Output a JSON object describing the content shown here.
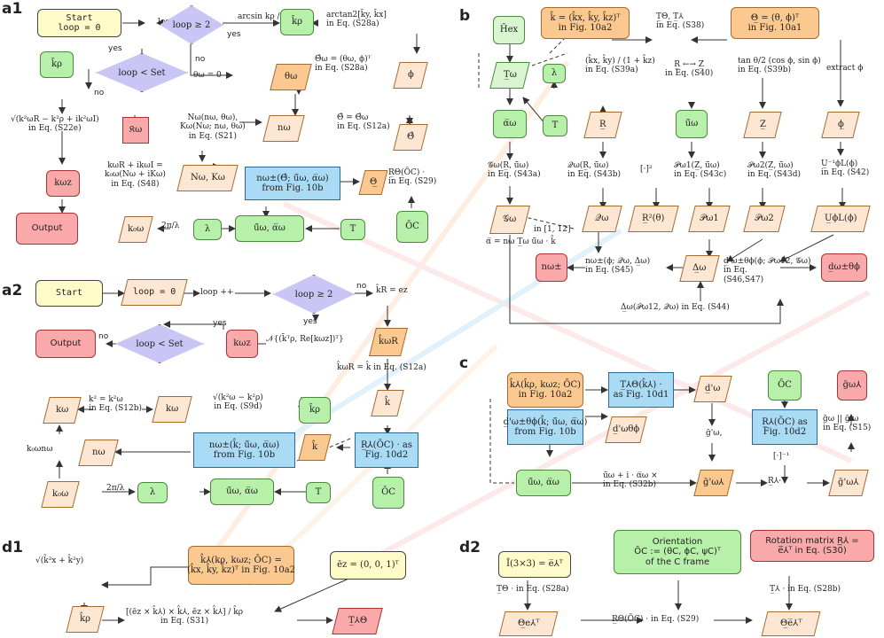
{
  "panels": {
    "a1": "a1",
    "a2": "a2",
    "b": "b",
    "c": "c",
    "d1": "d1",
    "d2": "d2"
  },
  "a1": {
    "start": "Start\nloop = 0",
    "loop_inc": "loop ++",
    "cond_ge2": "loop ≥ 2",
    "yes": "yes",
    "no": "no",
    "k_rho": "k̄ρ",
    "arcsin": "arcsin kρ / Re[𝔎ω]",
    "arctan_eq": "arctan2[k̄y, k̄x]\nin Eq. (S28a)",
    "theta_zero": "θω = 0",
    "theta_node": "θω",
    "phi_node": "ϕ",
    "theta_hat_eq": "Θ̂ω = (θω, ϕ)ᵀ\nin Eq. (S28a)",
    "cond_set": "loop < Set",
    "k_rho_left": "k̄ρ",
    "n_eq": "Nω(nω, θω),\nKω(Nω; nω, θω)\nin Eq. (S21)",
    "n_omega": "nω",
    "theta_eq_s12a": "Θ̂ = Θ̂ω\nin Eq. (S12a)",
    "theta_bar": "Θ̂",
    "sqrt_eq": "√(k²ωR − k²ρ + ik²ωI)\nin Eq. (S22e)",
    "K_node": "𝔎ω",
    "NK_node": "Nω, Kω",
    "n_pm_node": "nω±(Θ̂; ū̄ω, α̅ω)\nfrom Fig. 10b",
    "theta_under": "Θ̲",
    "R_theta": "R̲Θ(ŌC) ·\nin Eq. (S29)",
    "kz_node": "kωz",
    "kR_eq": "kωR + ikωI =\nk₀ω(Nω + iKω)\nin Eq. (S48)",
    "k0": "k₀ω",
    "twopi": "2π/λ",
    "lambda": "λ",
    "u_alpha": "ū̄ω, α̅ω",
    "T": "T",
    "Oc": "ŌC",
    "output": "Output"
  },
  "a2": {
    "start": "Start",
    "loop0": "loop = 0",
    "loop_inc": "loop ++",
    "cond_ge2": "loop ≥ 2",
    "no_right": "no",
    "kR_ez": "k̂R = ez",
    "yes": "yes",
    "output": "Output",
    "cond_set": "loop < Set",
    "no_left": "no",
    "kz": "kωz",
    "N_eq": "𝒩{(k̄ᵀρ, Re[kωz])ᵀ}",
    "kR_omega": "k̂ωR",
    "kR_eq": "k̂ωR = k̂ in Eq. (S12a)",
    "k_left": "kω",
    "k2_eq": "k² = k²ω\nin Eq. (S12b)",
    "k_node": "kω",
    "sqrt_eq": "√(k²ω − k²ρ)\nin Eq. (S9d)",
    "k_rho": "k̄ρ",
    "k_hat": "k̂",
    "k0n": "k₀ωnω",
    "n_omega": "nω",
    "n_pm_node": "nω±(k̂; ū̄ω, α̅ω)\nfrom Fig. 10b",
    "k_under": "k̂",
    "R_node": "R̲⅄(ŌC) · as\nFig. 10d2",
    "k0": "k₀ω",
    "twopi": "2π/λ",
    "lambda": "λ",
    "u_alpha": "ū̄ω, α̅ω",
    "T": "T",
    "Oc": "ŌC"
  },
  "b": {
    "H_ex": "H̄ex",
    "k_vec": "k̂ = (k̂x, k̂y, k̂z)ᵀ\nin Fig. 10a2",
    "T_eq": "T̲Θ, T̲⅄\nin Eq. (S38)",
    "theta_vec": "Θ̲ = (θ, ϕ)ᵀ\nin Fig. 10a1",
    "T_bar": "T̲ω",
    "lambda": "λ",
    "kxy_eq": "(k̂x, k̂y) / (1 + k̂z)\nin Eq. (S39a)",
    "R_Z": "R̲ ←→ Z̲\nin Eq. (S40)",
    "tan_eq": "tan θ/2 (cos ϕ, sin ϕ)\nin Eq. (S39b)",
    "extract": "extract ϕ",
    "T": "T",
    "alpha": "α̅ω",
    "R_node": "R̲",
    "u_node": "ū̄ω",
    "Z_node": "Z̲",
    "phi_node": "ϕ̲",
    "G_eq": "𝒢ω(R̲, ū̄ω)\nin Eq. (S43a)",
    "Q_eq": "𝒬ω(R̲, ū̄ω)\nin Eq. (S43b)",
    "sq": "[·]²",
    "P1_eq": "𝒫ω1(Z̲, ū̄ω)\nin Eq. (S43c)",
    "P2_eq": "𝒫ω2(Z̲, ū̄ω)\nin Eq. (S43d)",
    "U_eq": "U̲⁻¹ϕL(ϕ)\nin Eq. (S42)",
    "G_node": "𝒢ω",
    "ref": "in [1, 12]",
    "Q_node": "𝒬ω",
    "R2_node": "R̲²(θ)",
    "P1_node": "𝒫ω1",
    "P2_node": "𝒫ω2",
    "UL_node": "U̲ϕL(ϕ)",
    "alpha_eq": "α̅ = nω T̲ω ū̄ω · k̂",
    "n_pm": "nω±",
    "n_eq": "nω±(ϕ; 𝒬ω, Δ̲ω)\nin Eq. (S45)",
    "delta": "Δ̲ω",
    "d_eq": "d̲'ω±θϕ(ϕ; 𝒫ω12, 𝒢ω)\nin Eq.\n(S46,S47)",
    "d_node": "d̲ω±θϕ",
    "delta_eq": "Δ̲ω(𝒫ω12, 𝒬ω) in Eq. (S44)"
  },
  "c": {
    "k_node": "k̂⅄(k̄ρ, kωz; ŌC)\nin Fig. 10a2",
    "T_node": "T̲⅄Θ(k̂⅄) ·\nas Fig. 10d1",
    "d_prime": "d̲'ω",
    "Oc": "ŌC",
    "g_node": "ḡω⅄",
    "d_pm": "d̲'ω±θϕ(k̂; ū̄ω, α̅ω)\nfrom Fig. 10b",
    "d_theta": "d̲'ωθϕ",
    "g_eq": "ḡ'ω,",
    "R_node": "R̲⅄(ŌC) as\nFig. 10d2",
    "g_par": "ḡω || ḡ'ω\nin Eq. (S15)",
    "inv": "[·]⁻¹",
    "u_alpha": "ū̄ω, α̅ω",
    "u_eq": "ū̄ω + i · α̅ω ×\nin Eq. (S32b)",
    "g_prime": "ḡ'ω⅄",
    "R_lambda": "R̲⅄·",
    "g_lambda": "ḡ'ω⅄"
  },
  "d1": {
    "sqrt": "√(k̂²x + k̂²y)",
    "k_node": "k̂⅄(kρ, kωz; ŌC) =\n(k̂x, k̂y, k̂z)ᵀ in Fig. 10a2",
    "ez": "ēz = (0, 0, 1)ᵀ",
    "k_rho": "k̂ρ",
    "cross_eq": "[(ēz × k̂⅄) × k̂⅄, ēz × k̂⅄] / k̂ρ\nin Eq. (S31)",
    "T_node": "T̲⅄Θ"
  },
  "d2": {
    "I_node": "Ī(3×3) = e̅⅄ᵀ",
    "orientation": "Orientation\nŌC := (θC, ϕC, ψC)ᵀ\nof the C frame",
    "rotation": "Rotation matrix R̲⅄ =\ne̅⅄ᵀ in Eq. (S30)",
    "T_eq": "T̲Θ · in Eq. (S28a)",
    "T_lambda": "T̲⅄ · in Eq. (S28b)",
    "theta_e": "Θ̲e⅄ᵀ",
    "R_eq": "R̲Θ(ŌC) · in Eq. (S29)",
    "theta_e2": "Θ̲e̅⅄ᵀ"
  }
}
